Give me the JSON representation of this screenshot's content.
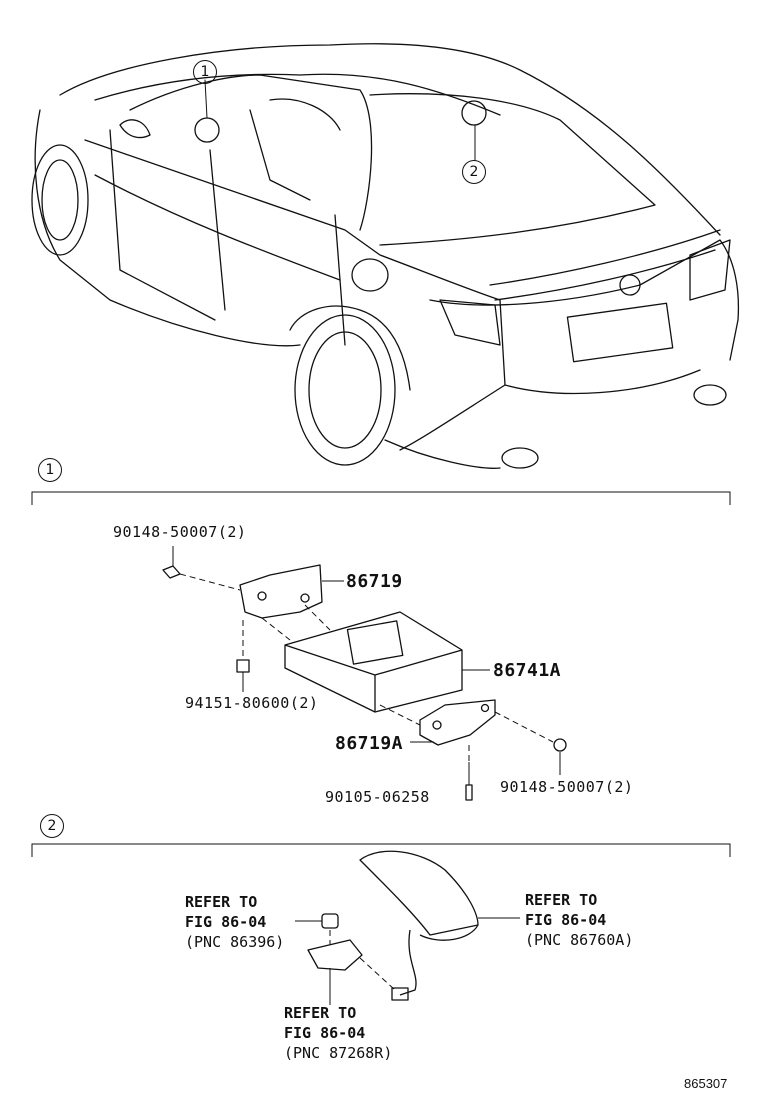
{
  "callouts": {
    "one": "1",
    "two": "2"
  },
  "section1": {
    "marker": "1",
    "parts": {
      "bolt_top": "90148-50007(2)",
      "bracket_upper": "86719",
      "module": "86741A",
      "nut": "94151-80600(2)",
      "bracket_lower": "86719A",
      "bolt_right": "90148-50007(2)",
      "screw": "90105-06258"
    }
  },
  "section2": {
    "marker": "2",
    "ref_left": {
      "l1": "REFER TO",
      "l2": "FIG 86-04",
      "l3": "(PNC 86396)"
    },
    "ref_right": {
      "l1": "REFER TO",
      "l2": "FIG 86-04",
      "l3": "(PNC 86760A)"
    },
    "ref_bottom": {
      "l1": "REFER TO",
      "l2": "FIG 86-04",
      "l3": "(PNC 87268R)"
    }
  },
  "figure_id": "865307"
}
